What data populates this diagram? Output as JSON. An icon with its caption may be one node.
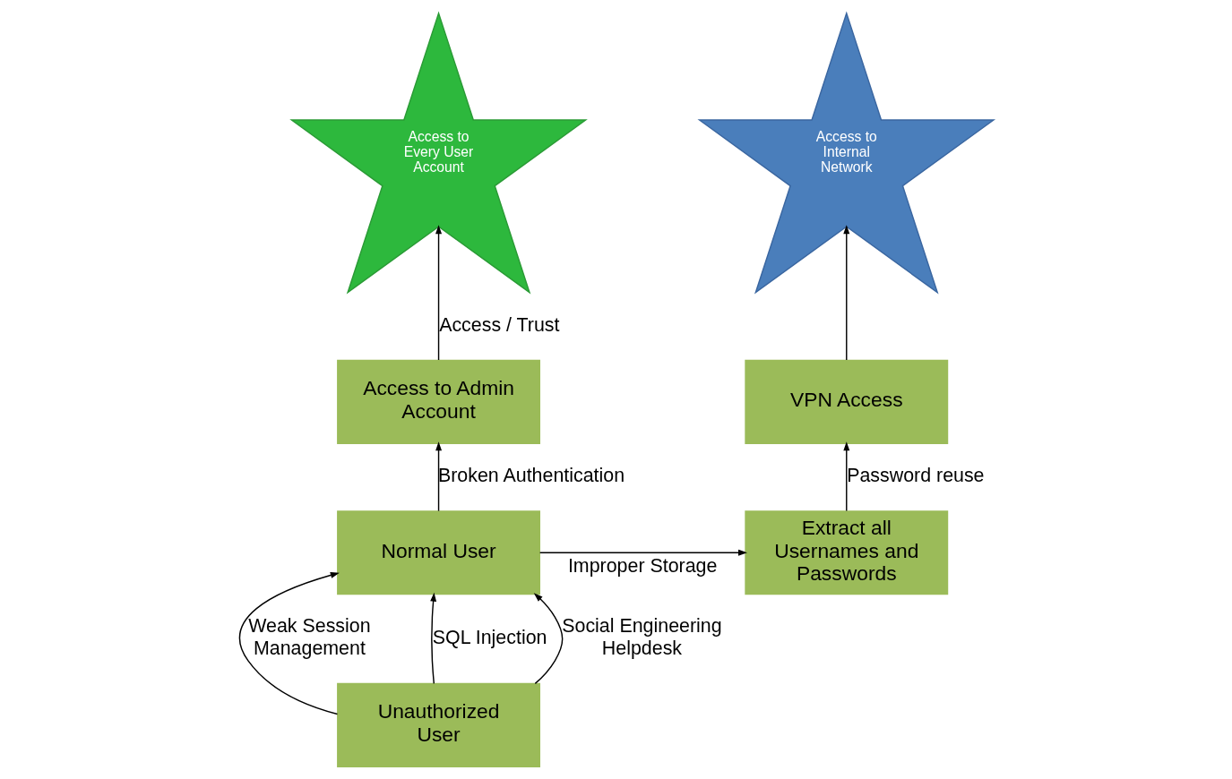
{
  "diagram": {
    "nodes": [
      {
        "text": [
          "Access to Every User Account"
        ]
      },
      {
        "text": [
          "Access to Internal Network"
        ]
      },
      {
        "text": [
          "Access to Admin Account"
        ]
      },
      {
        "text": [
          "VPN Access"
        ]
      },
      {
        "text": [
          "Extract all Usernames and Passwords"
        ]
      },
      {
        "text": [
          "Normal User"
        ]
      },
      {
        "text": [
          "Unauthorized User"
        ]
      }
    ],
    "edges": [
      {
        "from": 2,
        "to": 0,
        "arrow": "to",
        "label": "Access / Trust"
      },
      {
        "from": 3,
        "to": 1,
        "arrow": "to"
      },
      {
        "from": 4,
        "to": 3,
        "arrow": "to",
        "label": "Password reuse"
      },
      {
        "from": 5,
        "to": 2,
        "arrow": "to",
        "label": "Broken Authentication"
      },
      {
        "from": 5,
        "to": 4,
        "arrow": "to",
        "label": "Improper Storage"
      },
      {
        "from": 6,
        "to": 5,
        "arrow": "to",
        "label": "Weak Session Management"
      },
      {
        "from": 6,
        "to": 5,
        "arrow": "to",
        "label": "SQL Injection"
      },
      {
        "from": 6,
        "to": 5,
        "arrow": "to",
        "label": "Social Engineering Helpdesk"
      }
    ]
  }
}
